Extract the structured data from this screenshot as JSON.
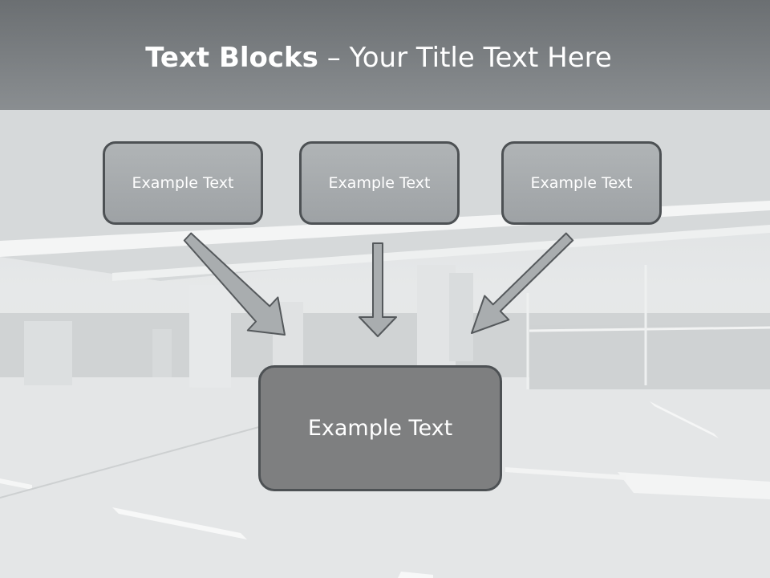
{
  "title": {
    "bold": "Text Blocks",
    "rest": " – Your Title Text Here"
  },
  "boxes": {
    "left": "Example Text",
    "center": "Example Text",
    "right": "Example Text",
    "bottom": "Example Text"
  },
  "colors": {
    "title_band": "#7c8083",
    "box_fill": "#a7abad",
    "box_border": "#4d5154",
    "bottom_fill": "#7e7f80",
    "arrow_fill": "#a9adaf",
    "arrow_stroke": "#55595c"
  }
}
